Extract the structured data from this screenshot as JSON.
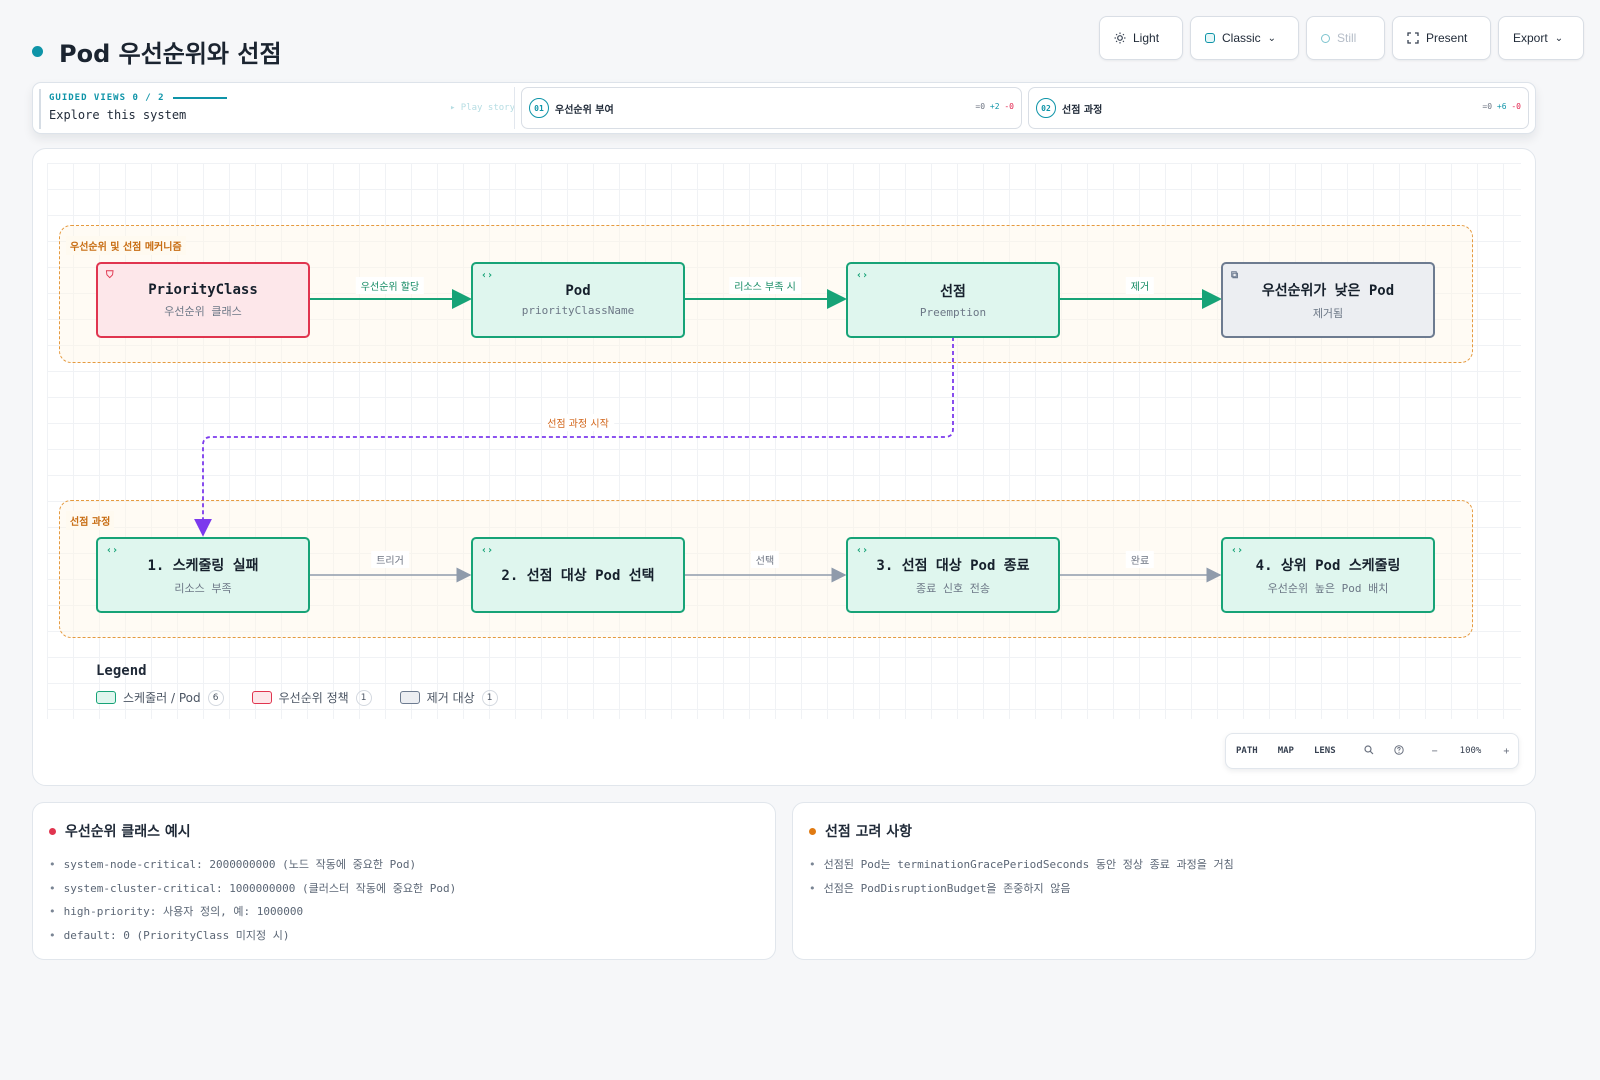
{
  "header": {
    "title": "Pod 우선순위와 선점",
    "accent_color": "#0e94a8"
  },
  "toolbar": {
    "light": "Light",
    "classic": "Classic",
    "still": "Still",
    "present": "Present",
    "export": "Export"
  },
  "guided": {
    "kicker": "GUIDED VIEWS 0 / 2",
    "subtitle": "Explore this system",
    "play": "▸ Play story",
    "steps": [
      {
        "num": "01",
        "label": "우선순위 부여",
        "delta_eq": "=0",
        "delta_plus": "+2",
        "delta_minus": "-0"
      },
      {
        "num": "02",
        "label": "선점 과정",
        "delta_eq": "=0",
        "delta_plus": "+6",
        "delta_minus": "-0"
      }
    ]
  },
  "diagram": {
    "groups": [
      {
        "label": "우선순위 및 선점 메커니즘"
      },
      {
        "label": "선점 과정"
      }
    ],
    "nodes": {
      "priorityclass": {
        "title": "PriorityClass",
        "subtitle": "우선순위 클래스",
        "icon": "shield-icon"
      },
      "pod": {
        "title": "Pod",
        "subtitle": "priorityClassName",
        "icon": "code-icon"
      },
      "preemption": {
        "title": "선점",
        "subtitle": "Preemption",
        "icon": "code-icon"
      },
      "lowpod": {
        "title": "우선순위가 낮은 Pod",
        "subtitle": "제거됨",
        "icon": "external-icon"
      },
      "step1": {
        "title": "1. 스케줄링 실패",
        "subtitle": "리소스 부족",
        "icon": "code-icon"
      },
      "step2": {
        "title": "2. 선점 대상 Pod 선택",
        "subtitle": "",
        "icon": "code-icon"
      },
      "step3": {
        "title": "3. 선점 대상 Pod 종료",
        "subtitle": "종료 신호 전송",
        "icon": "code-icon"
      },
      "step4": {
        "title": "4. 상위 Pod 스케줄링",
        "subtitle": "우선순위 높은 Pod 배치",
        "icon": "code-icon"
      }
    },
    "edges": {
      "assign": "우선순위 할당",
      "shortage": "리소스 부족 시",
      "remove": "제거",
      "start": "선점 과정 시작",
      "trigger": "트리거",
      "select": "선택",
      "done": "완료"
    },
    "colors": {
      "green": "#17a377",
      "red": "#e0354f",
      "gray": "#6d7b90",
      "purple": "#7c3aed",
      "orange": "#e59a3f"
    }
  },
  "legend": {
    "title": "Legend",
    "items": [
      {
        "label": "스케줄러 / Pod",
        "count": "6"
      },
      {
        "label": "우선순위 정책",
        "count": "1"
      },
      {
        "label": "제거 대상",
        "count": "1"
      }
    ]
  },
  "zoom": {
    "path": "PATH",
    "map": "MAP",
    "lens": "LENS",
    "minus": "−",
    "percent": "100%",
    "plus": "+"
  },
  "panels": {
    "left": {
      "title": "우선순위 클래스 예시",
      "dot_color": "#e0354f",
      "items": [
        "system-node-critical: 2000000000 (노드 작동에 중요한 Pod)",
        "system-cluster-critical: 1000000000 (클러스터 작동에 중요한 Pod)",
        "high-priority: 사용자 정의, 예: 1000000",
        "default: 0 (PriorityClass 미지정 시)"
      ]
    },
    "right": {
      "title": "선점 고려 사항",
      "dot_color": "#e07a12",
      "items": [
        "선점된 Pod는 terminationGracePeriodSeconds 동안 정상 종료 과정을 거침",
        "선점은 PodDisruptionBudget을 존중하지 않음"
      ]
    }
  }
}
